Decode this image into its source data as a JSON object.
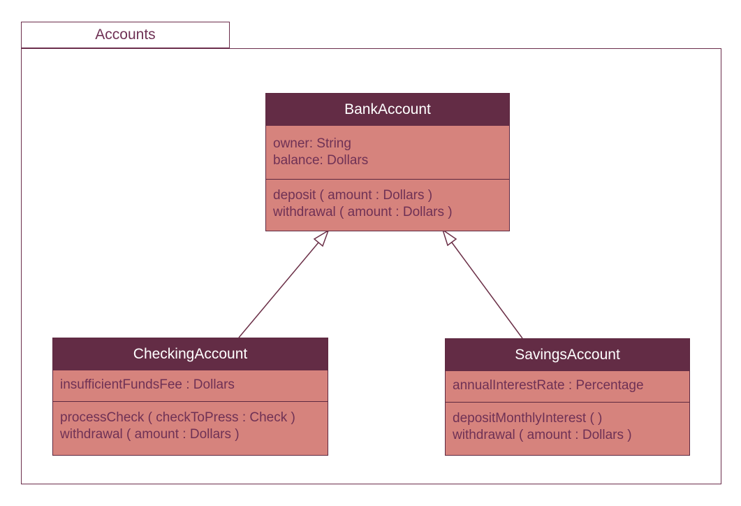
{
  "package": {
    "name": "Accounts"
  },
  "classes": [
    {
      "name": "BankAccount",
      "attributes": [
        "owner: String",
        "balance: Dollars"
      ],
      "methods": [
        "deposit ( amount : Dollars )",
        "withdrawal ( amount : Dollars )"
      ]
    },
    {
      "name": "CheckingAccount",
      "attributes": [
        "insufficientFundsFee : Dollars"
      ],
      "methods": [
        "processCheck ( checkToPress : Check )",
        "withdrawal ( amount : Dollars )"
      ]
    },
    {
      "name": "SavingsAccount",
      "attributes": [
        "annualInterestRate : Percentage"
      ],
      "methods": [
        "depositMonthlyInterest (  )",
        "withdrawal ( amount : Dollars )"
      ]
    }
  ],
  "relationships": [
    {
      "type": "generalization",
      "from": "CheckingAccount",
      "to": "BankAccount"
    },
    {
      "type": "generalization",
      "from": "SavingsAccount",
      "to": "BankAccount"
    }
  ],
  "colors": {
    "header_bg": "#632C45",
    "section_bg": "#D6837D",
    "box_border": "#5D2840",
    "text_color": "#6F3155",
    "title_text": "#FFFFFF",
    "line_color": "#6B2F47",
    "frame_border": "#6B2D4B",
    "page_bg": "#FFFFFF"
  }
}
